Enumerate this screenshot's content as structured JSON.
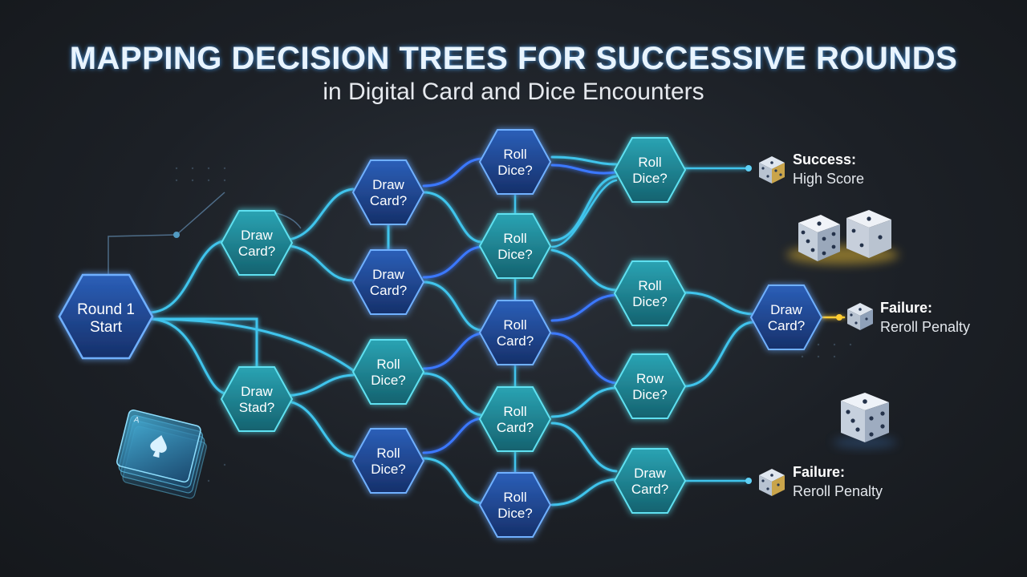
{
  "header": {
    "title": "MAPPING DECISION TREES FOR SUCCESSIVE ROUNDS",
    "subtitle": "in Digital Card and Dice Encounters"
  },
  "nodes": {
    "start": [
      "Round 1",
      "Start"
    ],
    "r1_top": [
      "Draw",
      "Card?"
    ],
    "r1_bottom": [
      "Draw",
      "Stad?"
    ],
    "r2_a": [
      "Draw",
      "Card?"
    ],
    "r2_b": [
      "Draw",
      "Card?"
    ],
    "r2_c": [
      "Roll",
      "Dice?"
    ],
    "r2_d": [
      "Roll",
      "Dice?"
    ],
    "r3_a": [
      "Roll",
      "Dice?"
    ],
    "r3_b": [
      "Roll",
      "Dice?"
    ],
    "r3_c": [
      "Roll",
      "Card?"
    ],
    "r3_d": [
      "Roll",
      "Card?"
    ],
    "r3_e": [
      "Roll",
      "Dice?"
    ],
    "r4_a": [
      "Roll",
      "Dice?"
    ],
    "r4_b": [
      "Roll",
      "Dice?"
    ],
    "r4_c": [
      "Row",
      "Dice?"
    ],
    "r4_d": [
      "Draw",
      "Card?"
    ],
    "r5": [
      "Draw",
      "Card?"
    ]
  },
  "outcomes": {
    "success": {
      "head": "Success:",
      "sub": "High Score"
    },
    "failure_mid": {
      "head": "Failure:",
      "sub": "Reroll Penalty"
    },
    "failure_bottom": {
      "head": "Failure:",
      "sub": "Reroll Penalty"
    }
  },
  "colors": {
    "node_teal": "#1e8a9a",
    "node_blue": "#1d4c9a",
    "edge_cyan": "#3fd0f0",
    "edge_blue": "#3a78ff",
    "title_glow": "#6fc8ff",
    "gold_glow": "#ffcc33"
  },
  "icons": [
    "die-icon",
    "playing-cards-icon"
  ]
}
